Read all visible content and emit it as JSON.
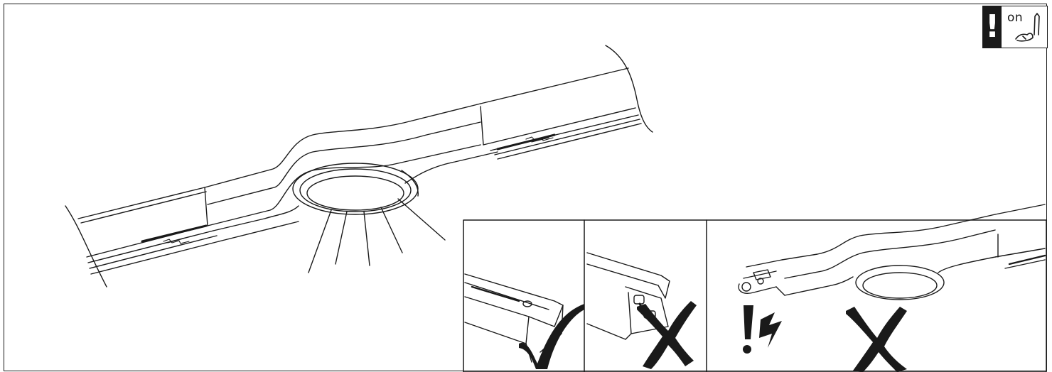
{
  "badge": {
    "on_label": "on",
    "warning_icon": "exclamation-icon",
    "switch_icon": "hand-switch-icon"
  },
  "panels": [
    {
      "name": "correct-end-cap",
      "mark": "check-icon"
    },
    {
      "name": "open-track-end",
      "mark": "cross-icon"
    },
    {
      "name": "open-connector-with-fixture",
      "mark": "cross-icon",
      "warning": "electric-hazard-icon"
    }
  ],
  "colors": {
    "line": "#1a1a1a",
    "background": "#ffffff"
  }
}
